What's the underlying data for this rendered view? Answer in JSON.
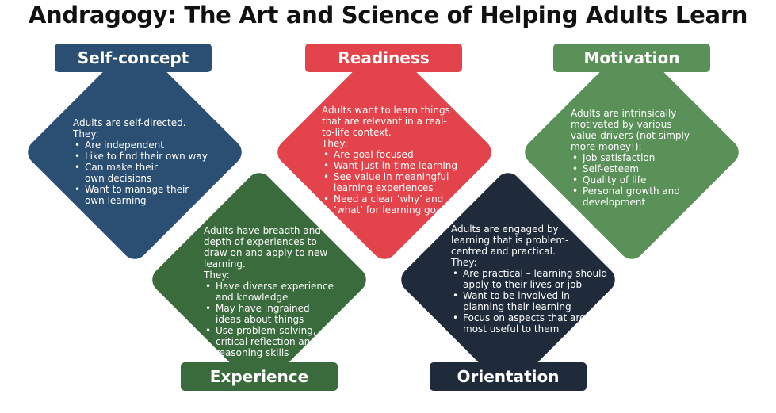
{
  "title": "Andragogy: The Art and Science of Helping Adults Learn",
  "colors": {
    "self_concept": "#2b4f72",
    "readiness": "#e3434b",
    "motivation": "#5a9158",
    "experience": "#3a6b3c",
    "orientation": "#1f2b3b"
  },
  "self_concept": {
    "label": "Self-concept",
    "intro": [
      "Adults are self-directed.",
      "They:"
    ],
    "points": [
      "Are independent",
      "Like to find their own way",
      "Can make their own decisions",
      "Want to manage their own learning"
    ]
  },
  "readiness": {
    "label": "Readiness",
    "intro": [
      "Adults want to learn things that are relevant in a real-to-life context.",
      "They:"
    ],
    "points": [
      "Are goal focused",
      "Want just-in-time learning",
      "See value in meaningful learning experiences",
      "Need a clear ‘why’ and ‘what’ for learning goals"
    ]
  },
  "motivation": {
    "label": "Motivation",
    "intro": [
      "Adults are intrinsically motivated by various value-drivers (not simply more money!):"
    ],
    "points": [
      "Job satisfaction",
      "Self-esteem",
      "Quality of life",
      "Personal growth and development"
    ]
  },
  "experience": {
    "label": "Experience",
    "intro": [
      "Adults have breadth and depth of experiences to draw on and apply to new learning.",
      "They:"
    ],
    "points": [
      "Have diverse experience and knowledge",
      "May have ingrained ideas about things",
      "Use problem-solving, critical reflection and reasoning skills"
    ]
  },
  "orientation": {
    "label": "Orientation",
    "intro": [
      "Adults are engaged by learning that is problem-centred and practical.",
      "They:"
    ],
    "points": [
      "Are practical – learning should apply to their lives or job",
      "Want to be involved in planning their learning",
      "Focus on aspects that are most useful to them"
    ]
  }
}
